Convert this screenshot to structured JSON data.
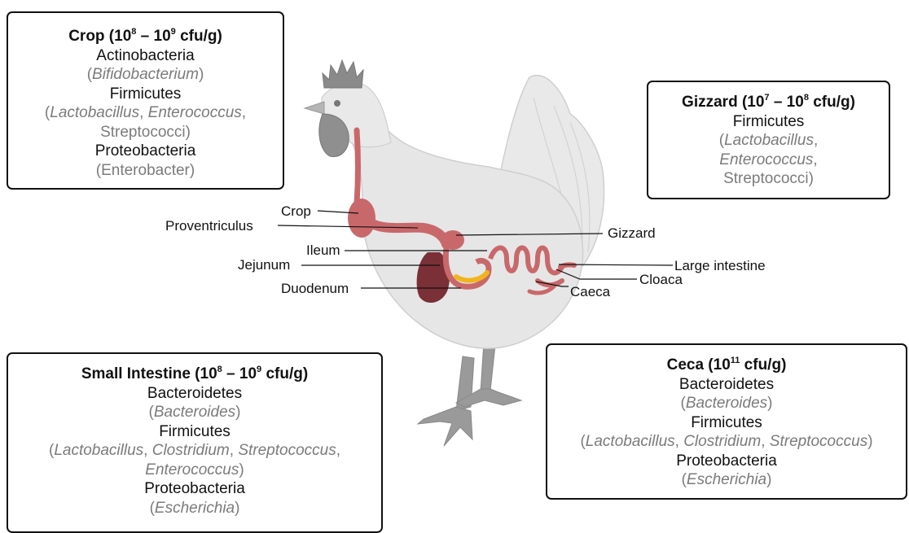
{
  "boxes": {
    "crop": {
      "title": "Crop (10",
      "title_sup1": "8",
      "title_mid": " – 10",
      "title_sup2": "9",
      "title_end": " cfu/g)",
      "phylum1": "Actinobacteria",
      "genus1": "Bifidobacterium",
      "phylum2": "Firmicutes",
      "genus2a": "Lactobacillus",
      "genus2b": "Enterococcus",
      "genus2c": "Streptococci",
      "phylum3": "Proteobacteria",
      "genus3": "Enterobacter"
    },
    "gizzard": {
      "title": "Gizzard (10",
      "title_sup1": "7",
      "title_mid": " – 10",
      "title_sup2": "8",
      "title_end": " cfu/g)",
      "phylum1": "Firmicutes",
      "genus1a": "Lactobacillus",
      "genus1b": "Enterococcus",
      "genus1c": "Streptococci"
    },
    "small_intestine": {
      "title": "Small Intestine (10",
      "title_sup1": "8",
      "title_mid": " – 10",
      "title_sup2": "9",
      "title_end": " cfu/g)",
      "phylum1": "Bacteroidetes",
      "genus1": "Bacteroides",
      "phylum2": "Firmicutes",
      "genus2a": "Lactobacillus",
      "genus2b": "Clostridium",
      "genus2c": "Streptococcus",
      "genus2d": "Enterococcus",
      "phylum3": "Proteobacteria",
      "genus3": "Escherichia"
    },
    "ceca": {
      "title": "Ceca (10",
      "title_sup1": "11",
      "title_end": " cfu/g)",
      "phylum1": "Bacteroidetes",
      "genus1": "Bacteroides",
      "phylum2": "Firmicutes",
      "genus2a": "Lactobacillus",
      "genus2b": "Clostridium",
      "genus2c": "Streptococcus",
      "phylum3": "Proteobacteria",
      "genus3": "Escherichia"
    }
  },
  "organ_labels": {
    "crop": "Crop",
    "proventriculus": "Proventriculus",
    "ileum": "Ileum",
    "jejunum": "Jejunum",
    "duodenum": "Duodenum",
    "gizzard": "Gizzard",
    "large_intestine": "Large intestine",
    "cloaca": "Cloaca",
    "caeca": "Caeca"
  },
  "colors": {
    "body": "#e6e6e6",
    "body_outline": "#cfcfcf",
    "tract": "#c9686a",
    "tract_dark": "#a84a4f",
    "liver": "#7a3036",
    "gallbladder": "#f0b51e",
    "comb": "#8a8a8a"
  }
}
